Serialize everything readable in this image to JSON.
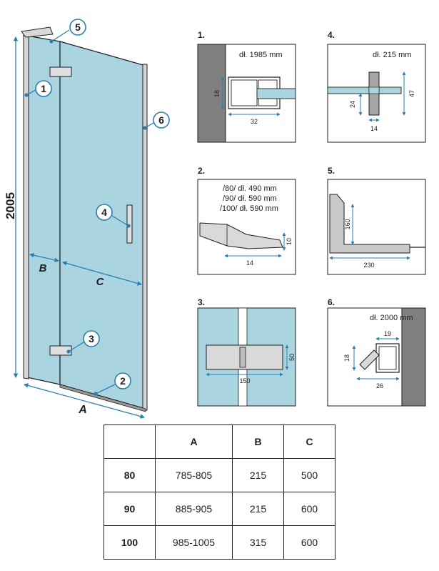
{
  "colors": {
    "glass": "#a9d4e0",
    "dim_line": "#2a7fb0",
    "outline": "#1e1e1e",
    "wall": "#7f7f7f",
    "profile": "#c9c9c9"
  },
  "main": {
    "height_label": "2005",
    "width_labels": {
      "a": "A",
      "b": "B",
      "c": "C"
    },
    "callouts": [
      "1",
      "2",
      "3",
      "4",
      "5",
      "6"
    ]
  },
  "details": [
    {
      "id": "1.",
      "note": "dł. 1985 mm",
      "dims": [
        "18",
        "32"
      ]
    },
    {
      "id": "2.",
      "notes": [
        "/80/ dł. 490 mm",
        "/90/ dł. 590 mm",
        "/100/ dł. 590 mm"
      ],
      "dims": [
        "10",
        "14"
      ]
    },
    {
      "id": "3.",
      "dims": [
        "50",
        "150"
      ]
    },
    {
      "id": "4.",
      "note": "dł. 215 mm",
      "dims": [
        "47",
        "24",
        "14"
      ]
    },
    {
      "id": "5.",
      "dims": [
        "160",
        "230"
      ]
    },
    {
      "id": "6.",
      "note": "dł. 2000 mm",
      "dims": [
        "19",
        "18",
        "26"
      ]
    }
  ],
  "table": {
    "headers": [
      "",
      "A",
      "B",
      "C"
    ],
    "rows": [
      [
        "80",
        "785-805",
        "215",
        "500"
      ],
      [
        "90",
        "885-905",
        "215",
        "600"
      ],
      [
        "100",
        "985-1005",
        "315",
        "600"
      ]
    ]
  }
}
